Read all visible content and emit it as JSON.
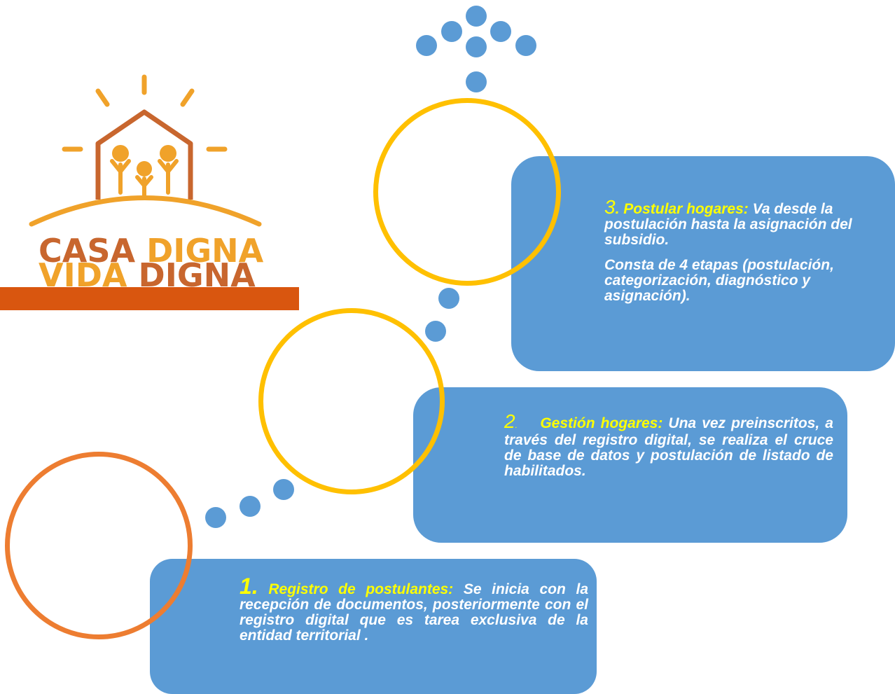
{
  "logo": {
    "line1_a": "CASA",
    "line1_b": "DIGNA",
    "line2_a": "VIDA",
    "line2_b": "DIGNA",
    "colors": {
      "brown": "#c8662e",
      "orange": "#f0a22a",
      "bar": "#d9560f"
    }
  },
  "steps": [
    {
      "number": "1.",
      "title": "Registro de postulantes",
      "colon": ":",
      "text": "Se inicia con la recepción  de documentos, posteriormente con el registro digital que es tarea exclusiva de  la entidad territorial ."
    },
    {
      "number": "2",
      "title": "Gestión hogares:",
      "text": "Una vez preinscritos, a través del registro digital, se realiza el cruce de base de datos y postulación de listado de habilitados."
    },
    {
      "number": "3",
      "title": ". Postular hogares:",
      "text": "Va desde la postulación hasta la asignación del subsidio.",
      "text2": "Consta de 4 etapas (postulación, categorización, diagnóstico y asignación)."
    }
  ],
  "colors": {
    "box": "#5b9bd5",
    "dot": "#5b9bd5",
    "ring_yellow": "#ffc000",
    "ring_orange": "#ed7d31",
    "highlight": "#ffff00"
  }
}
